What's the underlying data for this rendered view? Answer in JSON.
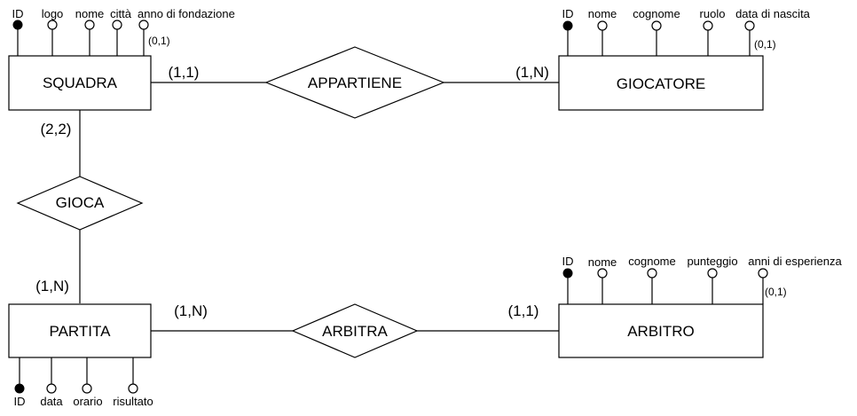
{
  "colors": {
    "background": "#ffffff",
    "stroke": "#000000",
    "key_fill": "#000000",
    "attr_fill": "#ffffff"
  },
  "entities": {
    "squadra": {
      "name": "SQUADRA",
      "attributes": {
        "id": "ID",
        "logo": "logo",
        "nome": "nome",
        "citta": "città",
        "anno": "anno di fondazione"
      },
      "anno_card": "(0,1)"
    },
    "giocatore": {
      "name": "GIOCATORE",
      "attributes": {
        "id": "ID",
        "nome": "nome",
        "cognome": "cognome",
        "ruolo": "ruolo",
        "nascita": "data di nascita"
      },
      "nascita_card": "(0,1)"
    },
    "partita": {
      "name": "PARTITA",
      "attributes": {
        "id": "ID",
        "data": "data",
        "orario": "orario",
        "risultato": "risultato"
      }
    },
    "arbitro": {
      "name": "ARBITRO",
      "attributes": {
        "id": "ID",
        "nome": "nome",
        "cognome": "cognome",
        "punteggio": "punteggio",
        "esperienza": "anni di esperienza"
      },
      "esperienza_card": "(0,1)"
    }
  },
  "relationships": {
    "appartiene": {
      "name": "APPARTIENE",
      "card_squadra": "(1,1)",
      "card_giocatore": "(1,N)"
    },
    "gioca": {
      "name": "GIOCA",
      "card_squadra": "(2,2)",
      "card_partita": "(1,N)"
    },
    "arbitra": {
      "name": "ARBITRA",
      "card_partita": "(1,N)",
      "card_arbitro": "(1,1)"
    }
  }
}
